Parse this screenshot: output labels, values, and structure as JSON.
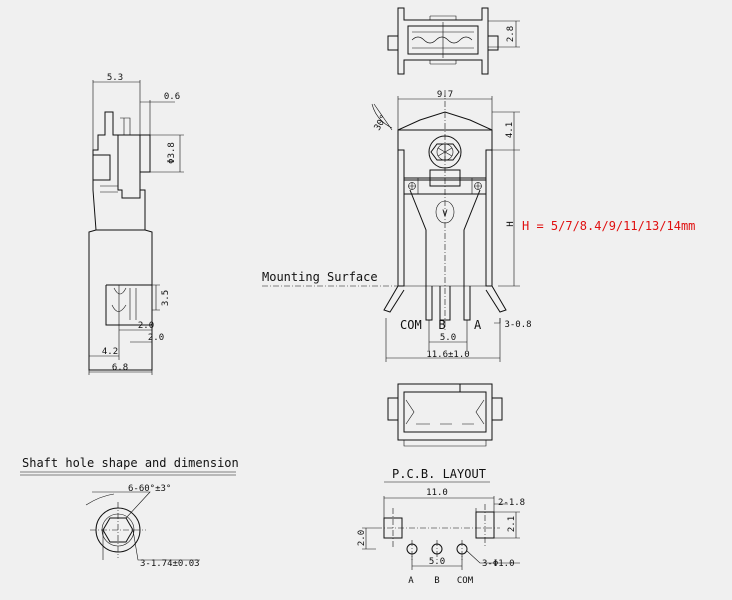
{
  "labels": {
    "h_formula": "H = 5/7/8.4/9/11/13/14mm",
    "h_marker": "H",
    "mounting_surface": "Mounting Surface",
    "shaft_title": "Shaft hole shape and dimension",
    "pcb_title": "P.C.B. LAYOUT",
    "v_mark": "V"
  },
  "side_view": {
    "d_5_3": "5.3",
    "d_0_6": "0.6",
    "d_phi3_8": "Φ3.8",
    "d_3_5": "3.5",
    "d_2_0a": "2.0",
    "d_2_0b": "2.0",
    "d_4_2": "4.2",
    "d_6_8": "6.8"
  },
  "top_view": {
    "d_2_8": "2.8"
  },
  "front_view": {
    "d_9_7": "9.7",
    "d_4_1": "4.1",
    "d_30deg": "30°",
    "pin_com": "COM",
    "pin_b": "B",
    "pin_a": "A",
    "d_3_0_8": "3-0.8",
    "d_5_0": "5.0",
    "d_11_6": "11.6±1.0"
  },
  "shaft": {
    "d_angle": "6-60°±3°",
    "d_hex": "3-1.74±0.03"
  },
  "pcb": {
    "d_11_0": "11.0",
    "d_2_1_8": "2-1.8",
    "d_2_1": "2.1",
    "d_2_0": "2.0",
    "d_5_0": "5.0",
    "d_3_phi1_0": "3-Φ1.0",
    "pin_a": "A",
    "pin_b": "B",
    "pin_com": "COM"
  }
}
